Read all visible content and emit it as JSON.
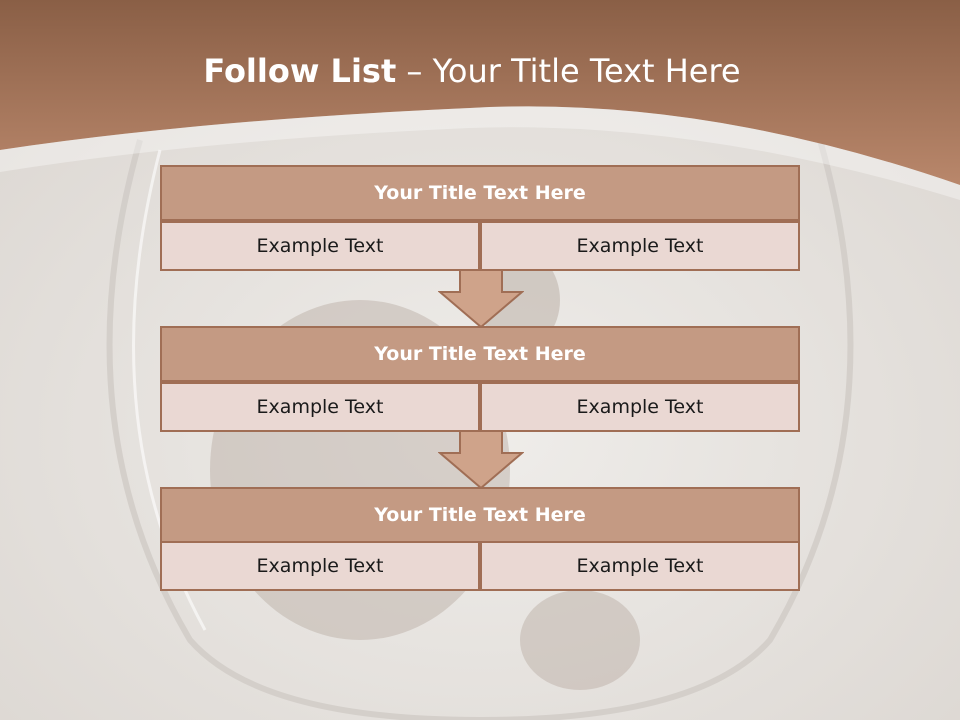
{
  "slide": {
    "title_bold": "Follow List",
    "title_rest": " – Your Title Text Here"
  },
  "blocks": [
    {
      "title": "Your Title Text Here",
      "left": "Example Text",
      "right": "Example Text"
    },
    {
      "title": "Your Title Text Here",
      "left": "Example Text",
      "right": "Example Text"
    },
    {
      "title": "Your Title Text Here",
      "left": "Example Text",
      "right": "Example Text"
    }
  ],
  "icons": [
    "down-arrow-icon",
    "down-arrow-icon"
  ],
  "colors": {
    "header": "#b07d62",
    "title_fill": "#c49a83",
    "cell_fill": "#ead8d3",
    "border": "#a06e55",
    "arrow_fill": "#cfa38a"
  }
}
